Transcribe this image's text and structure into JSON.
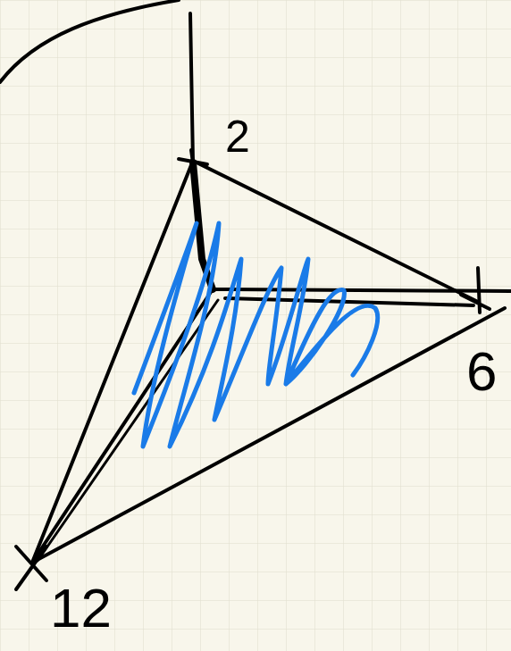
{
  "diagram": {
    "labels": [
      "2",
      "6",
      "12"
    ]
  }
}
